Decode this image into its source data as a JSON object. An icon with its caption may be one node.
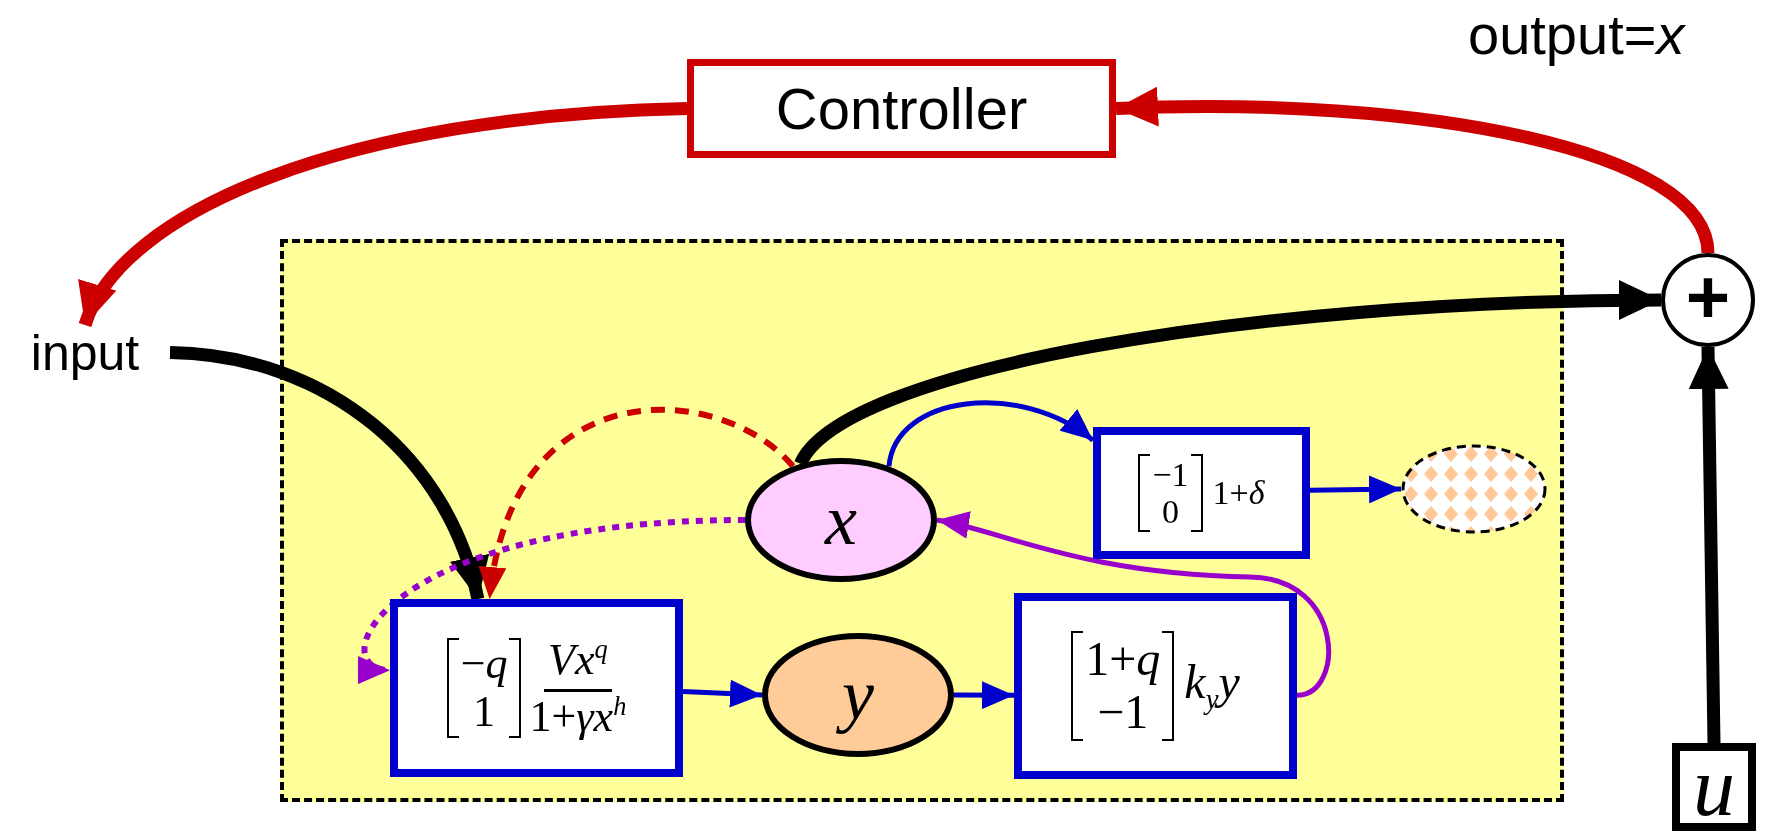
{
  "diagram": {
    "nodes": [
      {
        "text": [
          "Controller"
        ]
      },
      {
        "text": [
          "input"
        ]
      },
      {
        "text": [],
        "shape": "box"
      },
      {
        "text": [
          "x"
        ],
        "in": 2
      },
      {
        "text": [
          "−*q*",
          "1",
          "*Vx*$^{q}$",
          "1+*γx*$^{h}$"
        ],
        "in": 2
      },
      {
        "text": [
          "y"
        ],
        "in": 2
      },
      {
        "text": [
          "1+*q*",
          "−1",
          "*k*$_{y}$*y*"
        ],
        "in": 2
      },
      {
        "text": [
          "−1",
          "0",
          "1+*δ*"
        ],
        "in": 2
      },
      {
        "text": [],
        "shape": "ellipse",
        "in": 2
      },
      {
        "text": [
          "+"
        ]
      },
      {
        "text": [
          "u"
        ]
      }
    ],
    "edges": [
      {
        "from": 9,
        "to": 0,
        "arrow": "to",
        "style": "thick",
        "color": "#cc0000"
      },
      {
        "from": 0,
        "to": 1,
        "arrow": "to",
        "style": "thick",
        "color": "#cc0000"
      },
      {
        "from": 1,
        "to": 4,
        "arrow": "to",
        "style": "thick",
        "color": "#000000"
      },
      {
        "from": 3,
        "to": 9,
        "arrow": "to",
        "style": "thick",
        "color": "#000000"
      },
      {
        "from": 10,
        "to": 9,
        "arrow": "to",
        "style": "thick",
        "color": "#000000"
      },
      {
        "from": 3,
        "to": 4,
        "arrow": "to",
        "style": "dashed",
        "color": "#cc0000"
      },
      {
        "from": 3,
        "to": 4,
        "arrow": "to",
        "style": "dashed",
        "color": "#9900cc"
      },
      {
        "from": 3,
        "to": 7,
        "arrow": "to"
      },
      {
        "from": 7,
        "to": 8,
        "arrow": "to"
      },
      {
        "from": 4,
        "to": 5,
        "arrow": "to"
      },
      {
        "from": 5,
        "to": 6,
        "arrow": "to"
      },
      {
        "from": 6,
        "to": 3,
        "arrow": "to",
        "color": "#9900cc"
      }
    ],
    "labels": [
      "output=*x*"
    ]
  }
}
